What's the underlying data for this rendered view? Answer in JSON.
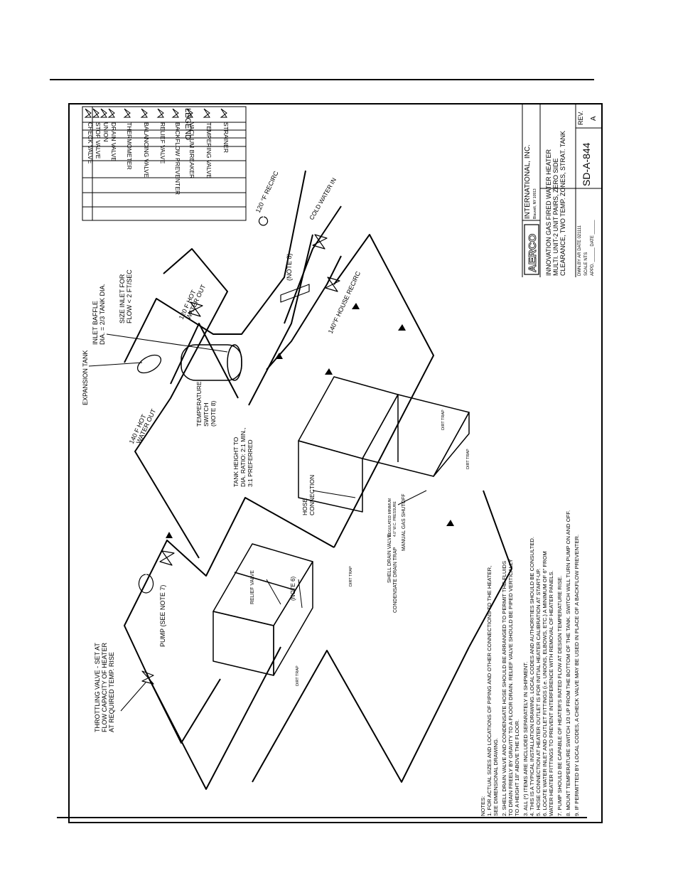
{
  "legend": {
    "title": "LEGEND",
    "items": [
      {
        "label": "CHECK VALVE",
        "icon": "check-valve-icon"
      },
      {
        "label": "STOP VALVE",
        "icon": "stop-valve-icon"
      },
      {
        "label": "UNION",
        "icon": "union-icon"
      },
      {
        "label": "DRAIN VALVE",
        "icon": "drain-valve-icon"
      },
      {
        "label": "THERMOMETER",
        "icon": "thermometer-icon"
      },
      {
        "label": "BALANCING VALVE",
        "icon": "balancing-valve-icon"
      },
      {
        "label": "RELIEF VALVE",
        "icon": "relief-valve-icon"
      },
      {
        "label": "BACKFLOW PREVENTER",
        "icon": "backflow-preventer-icon"
      },
      {
        "label": "VACUUM BREAKER",
        "icon": "vacuum-breaker-icon"
      },
      {
        "label": "TEMPERING VALVE",
        "icon": "tempering-valve-icon"
      },
      {
        "label": "STRAINER",
        "icon": "strainer-icon"
      }
    ]
  },
  "title_block": {
    "company": "INTERNATIONAL, INC.",
    "logo_text": "AERCO",
    "address": "Blauvelt, NY 10913",
    "title_lines": [
      "INNOVATION GAS FIRED WATER HEATER",
      "MULTI. UNIT-2 UNIT PAIRS, ZERO SIDE",
      "CLEARANCE, TWO TEMP. ZONES, STRAT. TANK"
    ],
    "drawn_by": "DWN.BY  AR   DATE 021111",
    "scale": "SCALE  NTS",
    "approved": "APPD. ______ DATE ______",
    "drawing_no": "SD-A-844",
    "rev_label": "REV.",
    "rev": "A"
  },
  "labels": {
    "throttling": [
      "THROTTLING VALVE - SET AT",
      "FLOW CAPACITY OF HEATER",
      "AT REQUIRED TEMP. RISE"
    ],
    "pump": "PUMP  (SEE NOTE 7)",
    "expansion_tank": "EXPANSION TANK",
    "hot_140": [
      "140 F HOT",
      "WATER OUT"
    ],
    "temp_switch": [
      "TEMPERATURE",
      "SWITCH",
      "(NOTE 8)"
    ],
    "tank_height": [
      "TANK HEIGHT TO",
      "DIA. RATIO: 2:1 MIN.,",
      "3:1 PREFERRED"
    ],
    "inlet_baffle": [
      "INLET BAFFLE",
      "DIA. = 2/3 TANK DIA."
    ],
    "size_inlet": [
      "SIZE INLET FOR",
      "FLOW < 2 FT/SEC"
    ],
    "hot_120": [
      "120 F HOT",
      "WATER OUT"
    ],
    "recirc_120": "120 °F RECIRC",
    "note8": "(NOTE 8)",
    "cold_water": "COLD WATER IN",
    "house_recirc": "140°F HOUSE RECIRC",
    "hose_connection": [
      "HOSE",
      "CONNECTION"
    ],
    "relief_valve": "RELIEF VALVE",
    "note6": "(NOTE 6)",
    "shell_drain": "SHELL DRAIN VALVE",
    "condensate": "CONDENSATE DRAIN TRAP",
    "regulated": [
      "REGULATED MINIMUM",
      "4.0\" W.C. PRESSURE"
    ],
    "gas_shutoff": "MANUAL GAS SHUTOFF",
    "dirt_trap": "DIRT TRAP"
  },
  "notes": [
    "NOTES:",
    "1. FOR ACTUAL SIZES AND LOCATIONS OF PIPING AND OTHER CONNECTIONS TO THE HEATER,",
    "    SEE DIMENSIONAL DRAWING.",
    "2. SHELL DRAIN VALVE AND CONDENSATE HOSE SHOULD BE ARRANGED  TO PERMIT THE FLUIDS",
    "    TO DRAIN FREELY BY GRAVITY TO A FLOOR DRAIN. RELIEF VALVE SHOULD BE PIPED VERTICALLY",
    "    TO A HEIGHT 18\" ABOVE THE FLOOR.",
    "3. ALL (*) ITEMS ARE INCLUDED SEPARATELY IN SHIPMENT.",
    "4. THIS IS A TYPICAL INSTALLATION DRAWING. LOCAL CODES AND AUTHORITIES SHOULD BE CONSULTED.",
    "5. HOSE CONNECTION AT HEATER OUTLET IS FOR INITIAL HEATER CALIBRATION AT START-UP.",
    "6. LOCATE WATER INLET AND OUTLET FITTINGS (i.e. UNIONS, ELBOWS, ETC.) A MINIMUM OF 6\" FROM",
    "    WATER HEATER FITTINGS TO PREVENT INTERFERENCE WITH REMOVAL OF HEATER PANELS.",
    "7. PUMP SHOULD BE CAPABLE OF HEATER'S RATED FLOW AT DESIGN TEMPERATURE RISE.",
    "8. MOUNT TEMPERATURE SWITCH 1/3 UP FROM THE BOTTOM OF THE TANK. SWITCH WILL TURN PUMP ON AND OFF.",
    "9. IF PERMITTED BY LOCAL CODES, A CHECK VALVE MAY BE USED IN PLACE OF A BACKFLOW PREVENTER."
  ]
}
